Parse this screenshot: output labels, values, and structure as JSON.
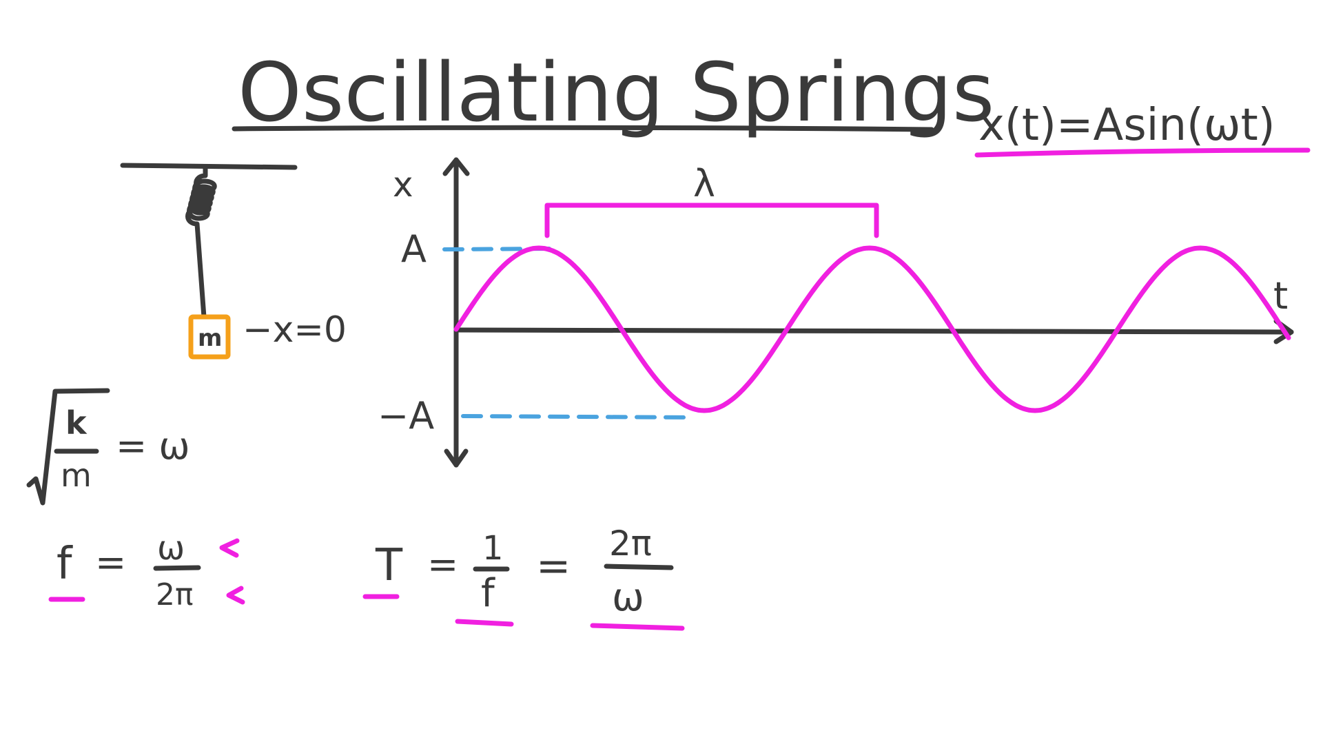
{
  "title": "Oscillating Springs",
  "equation_main": "x(t)=Asin(ωt)",
  "spring": {
    "mass_label": "m",
    "equilibrium_label": "−x=0"
  },
  "graph": {
    "y_axis_label": "x",
    "x_axis_label": "t",
    "amplitude_label": "A",
    "neg_amplitude_label": "−A",
    "wavelength_label": "λ"
  },
  "formulas": {
    "omega_lhs_num": "k",
    "omega_lhs_den": "m",
    "omega_rhs": "= ω",
    "freq_lhs": "f",
    "freq_eq": "=",
    "freq_num": "ω",
    "freq_den": "2π",
    "period_lhs": "T",
    "period_eq1": "=",
    "period_num1": "1",
    "period_den1": "f",
    "period_eq2": "=",
    "period_num2": "2π",
    "period_den2": "ω"
  },
  "colors": {
    "ink": "#3a3a3a",
    "accent": "#f020e0",
    "guide": "#4aa3df",
    "mass_box": "#f5a01a"
  }
}
